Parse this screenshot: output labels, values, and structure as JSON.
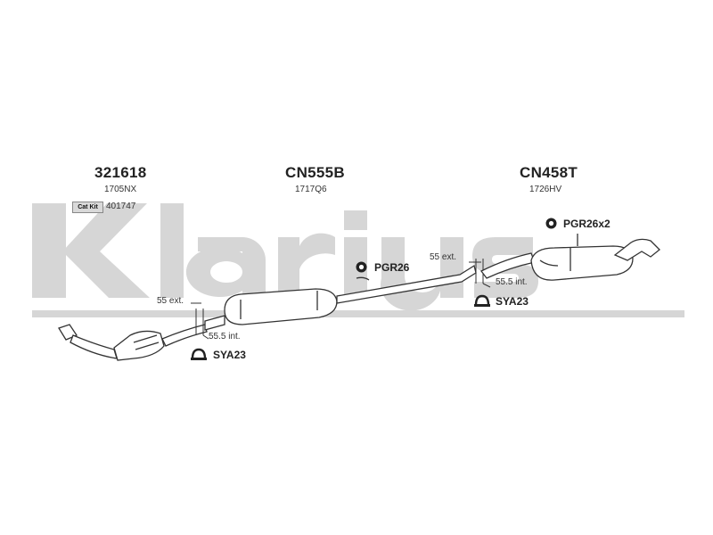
{
  "watermark": {
    "text": "Klarius",
    "color": "#d6d6d6"
  },
  "sections": [
    {
      "code": "321618",
      "oem": "1705NX",
      "catkit": {
        "badge": "Cat Kit",
        "number": "401747"
      }
    },
    {
      "code": "CN555B",
      "oem": "1717Q6"
    },
    {
      "code": "CN458T",
      "oem": "1726HV"
    }
  ],
  "dimensions": {
    "front_ext": "55 ext.",
    "front_int": "55.5 int.",
    "rear_ext": "55 ext.",
    "rear_int": "55.5 int."
  },
  "fittings": {
    "hanger_mid": "PGR26",
    "hanger_rear": "PGR26x2",
    "clamp_front": "SYA23",
    "clamp_rear": "SYA23"
  },
  "icons": [
    "rubber-hanger-icon",
    "clamp-icon"
  ]
}
